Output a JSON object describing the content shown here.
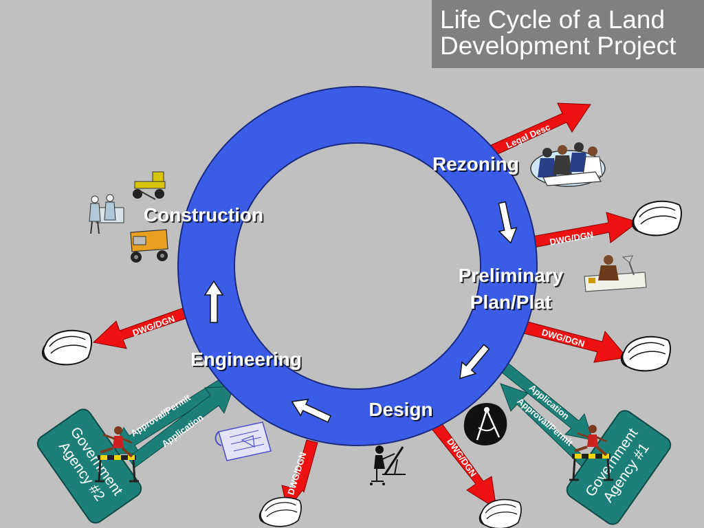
{
  "title": {
    "line1": "Life Cycle of a Land",
    "line2": "Development Project"
  },
  "stages": {
    "rezoning": "Rezoning",
    "preliminary_line1": "Preliminary",
    "preliminary_line2": "Plan/Plat",
    "design": "Design",
    "engineering": "Engineering",
    "construction": "Construction"
  },
  "arrows": {
    "legal_desc": "Legal Desc",
    "dwg_dgn": "DWG/DGN",
    "application": "Application",
    "approval_permit": "Approval/Permit"
  },
  "agencies": {
    "agency1_line1": "Government",
    "agency1_line2": "Agency #1",
    "agency2_line1": "Government",
    "agency2_line2": "Agency #2"
  },
  "icons": [
    "survey-team-icon",
    "drafter-desk-icon",
    "drafting-table-icon",
    "compass-icon",
    "blueprint-icon",
    "hurdler-icon",
    "document-scroll-icon",
    "grader-icon",
    "dump-truck-icon",
    "workers-icon"
  ],
  "colors": {
    "background": "#c0c0c0",
    "title_box": "#808080",
    "cycle_ring": "#3a5ce6",
    "red_arrow": "#ee1111",
    "teal": "#1c8079"
  }
}
